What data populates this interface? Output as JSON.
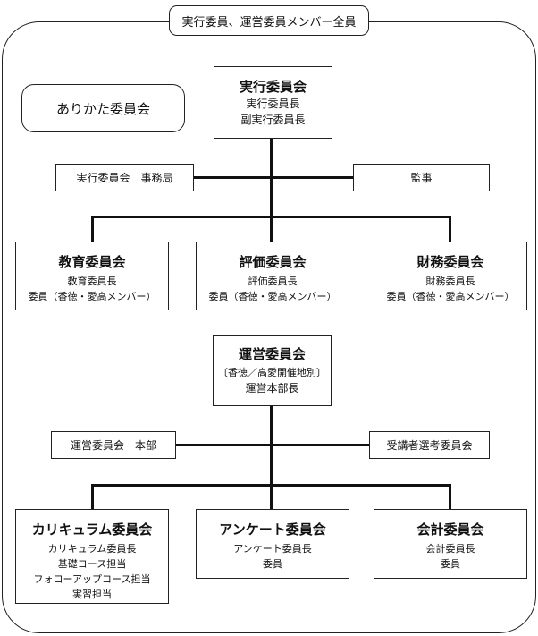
{
  "header": {
    "label": "実行委員、運営委員メンバー全員"
  },
  "committee_name": "ありかた委員会",
  "executive": {
    "title": "実行委員会",
    "lines": [
      "実行委員長",
      "副実行委員長"
    ],
    "left_side": "実行委員会　事務局",
    "right_side": "監事",
    "children": [
      {
        "title": "教育委員会",
        "lines": [
          "教育委員長",
          "委員（香徳・愛高メンバー）"
        ]
      },
      {
        "title": "評価委員会",
        "lines": [
          "評価委員長",
          "委員（香徳・愛高メンバー）"
        ]
      },
      {
        "title": "財務委員会",
        "lines": [
          "財務委員長",
          "委員（香徳・愛高メンバー）"
        ]
      }
    ]
  },
  "operations": {
    "title": "運営委員会",
    "lines": [
      "〔香徳／高愛開催地別〕",
      "運営本部長"
    ],
    "left_side": "運営委員会　本部",
    "right_side": "受講者選考委員会",
    "children": [
      {
        "title": "カリキュラム委員会",
        "lines": [
          "カリキュラム委員長",
          "基礎コース担当",
          "フォローアップコース担当",
          "実習担当"
        ]
      },
      {
        "title": "アンケート委員会",
        "lines": [
          "アンケート委員長",
          "委員"
        ]
      },
      {
        "title": "会計委員会",
        "lines": [
          "会計委員長",
          "委員"
        ]
      }
    ]
  }
}
